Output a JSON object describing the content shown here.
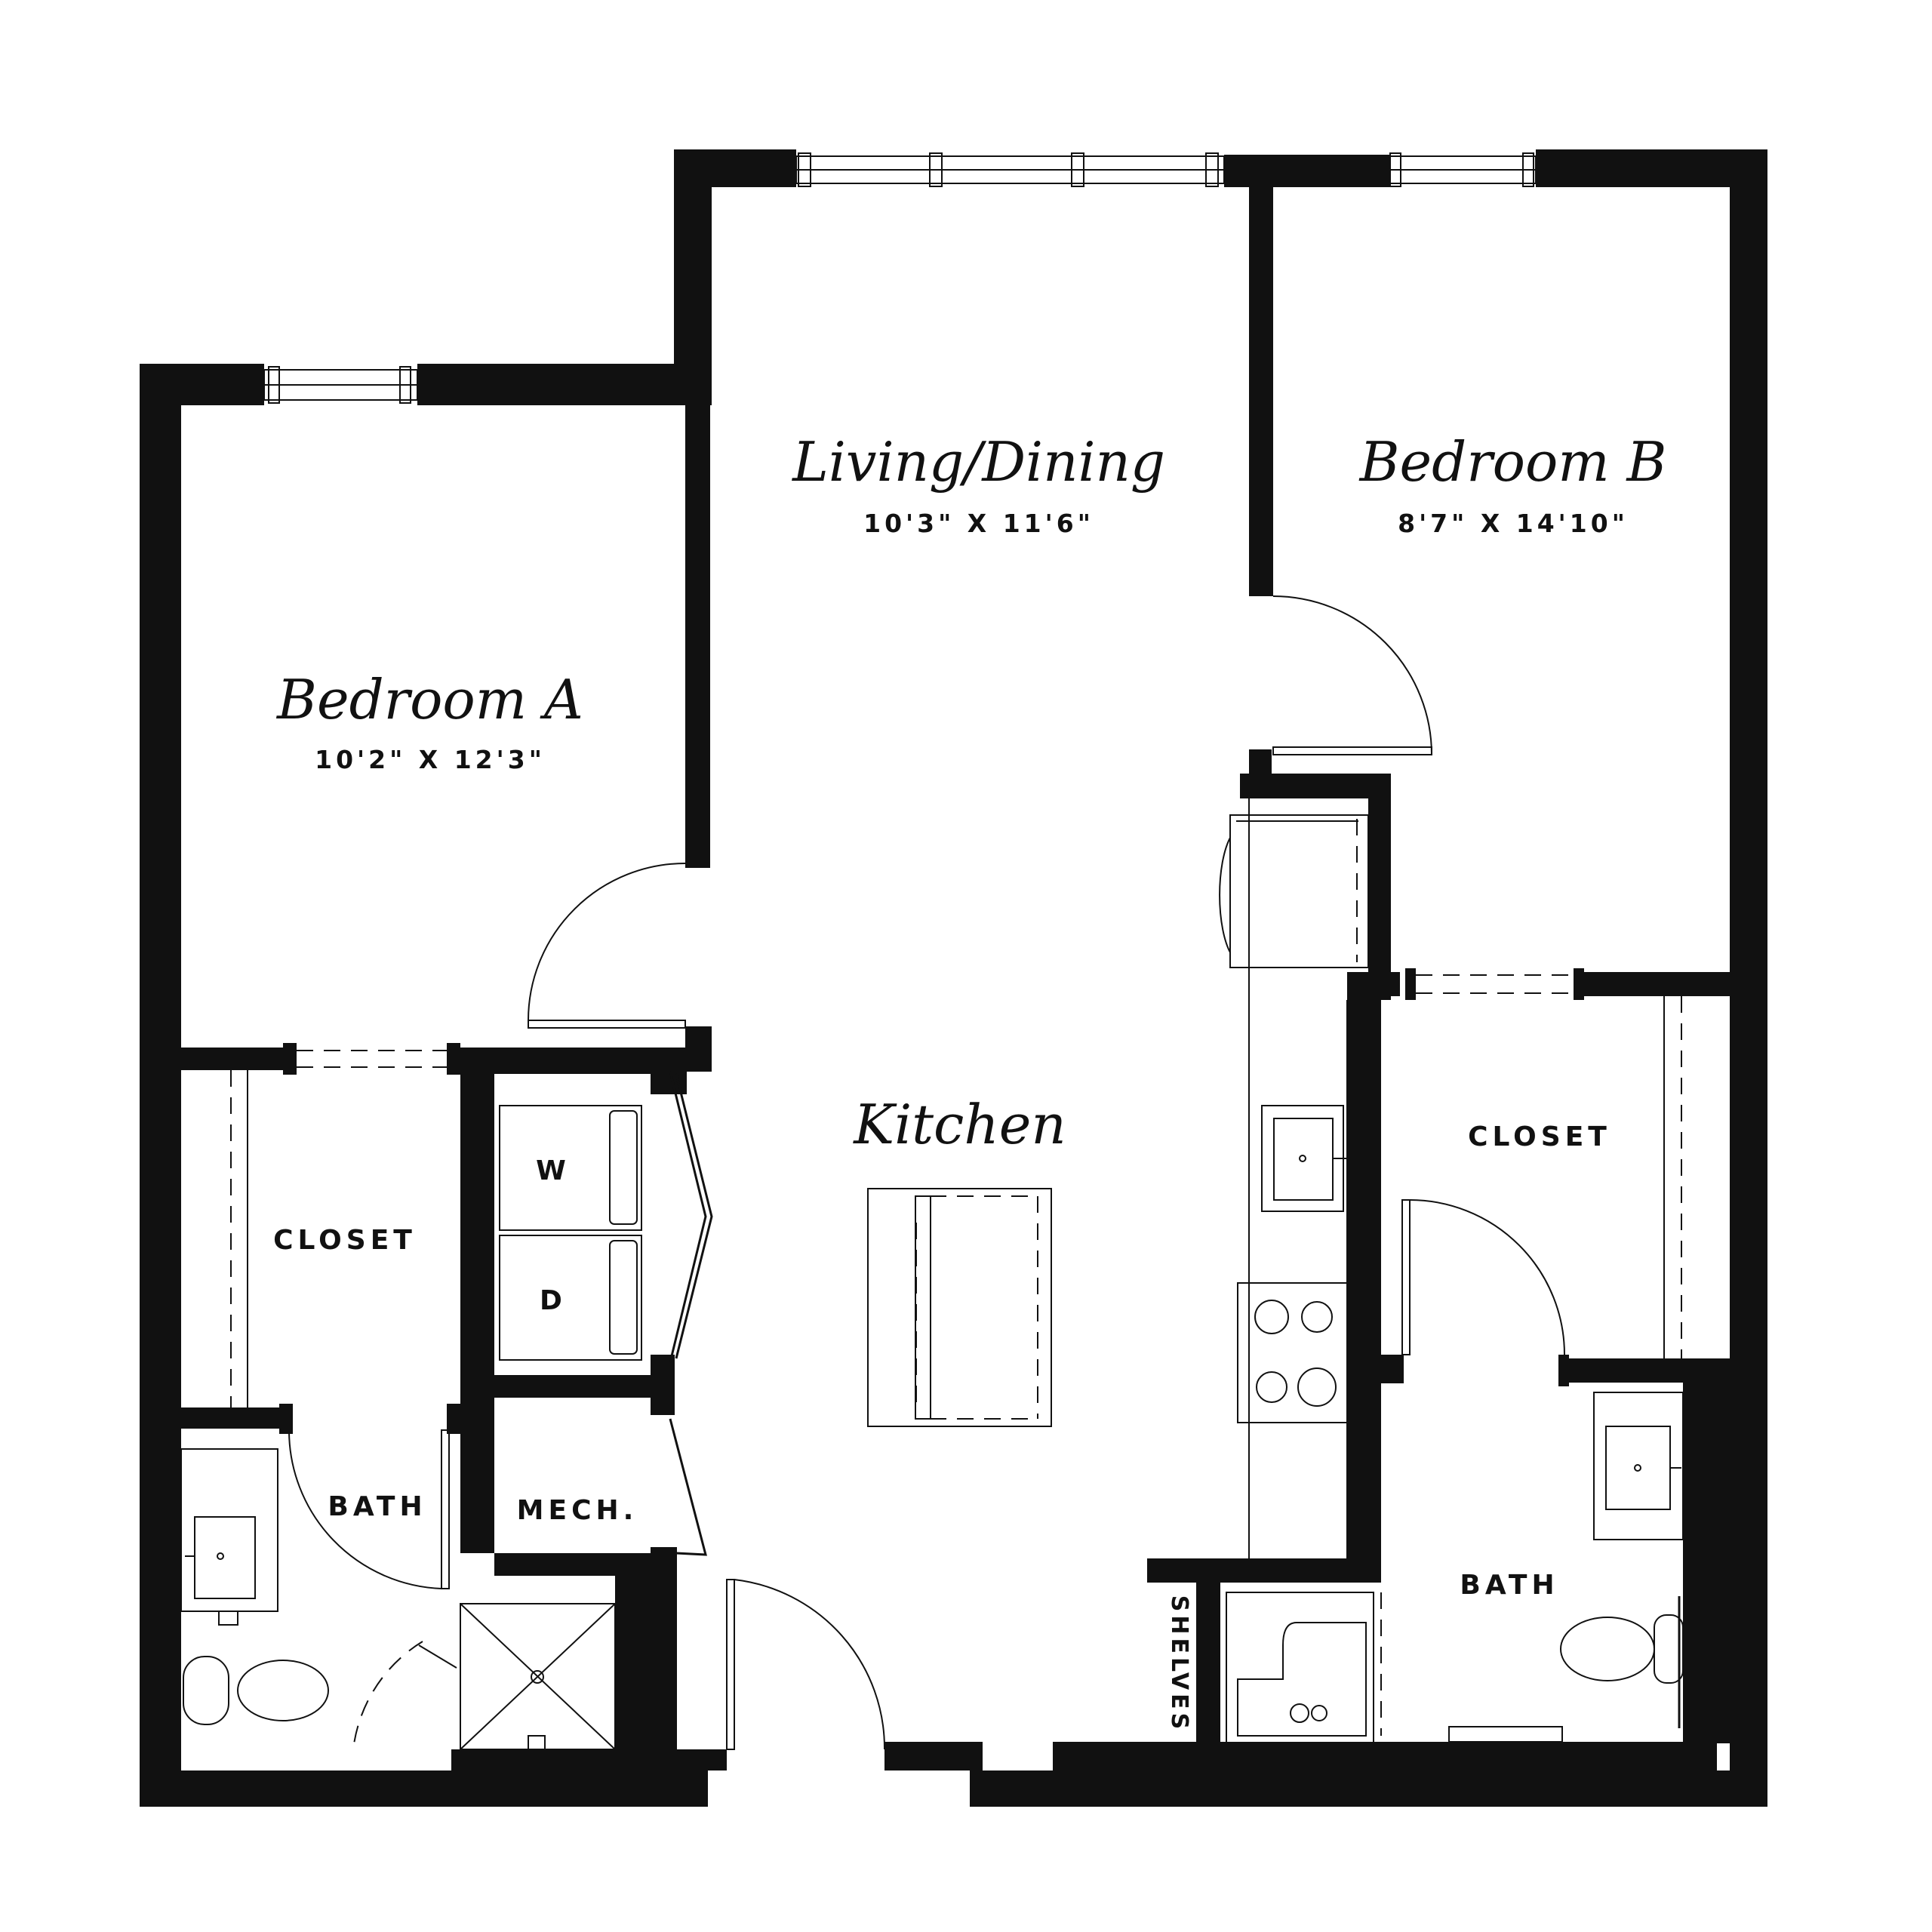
{
  "rooms": {
    "living_dining": {
      "name": "Living/Dining",
      "dims": "10'3\" X 11'6\""
    },
    "bedroom_b": {
      "name": "Bedroom B",
      "dims": "8'7\" X 14'10\""
    },
    "bedroom_a": {
      "name": "Bedroom A",
      "dims": "10'2\" X 12'3\""
    },
    "kitchen": {
      "name": "Kitchen"
    }
  },
  "labels": {
    "closet_a": "CLOSET",
    "closet_b": "CLOSET",
    "bath_a": "BATH",
    "bath_b": "BATH",
    "mech": "MECH.",
    "washer": "W",
    "dryer": "D",
    "shelves": "SHELVES"
  },
  "colors": {
    "wall": "#111111",
    "background": "#ffffff"
  }
}
